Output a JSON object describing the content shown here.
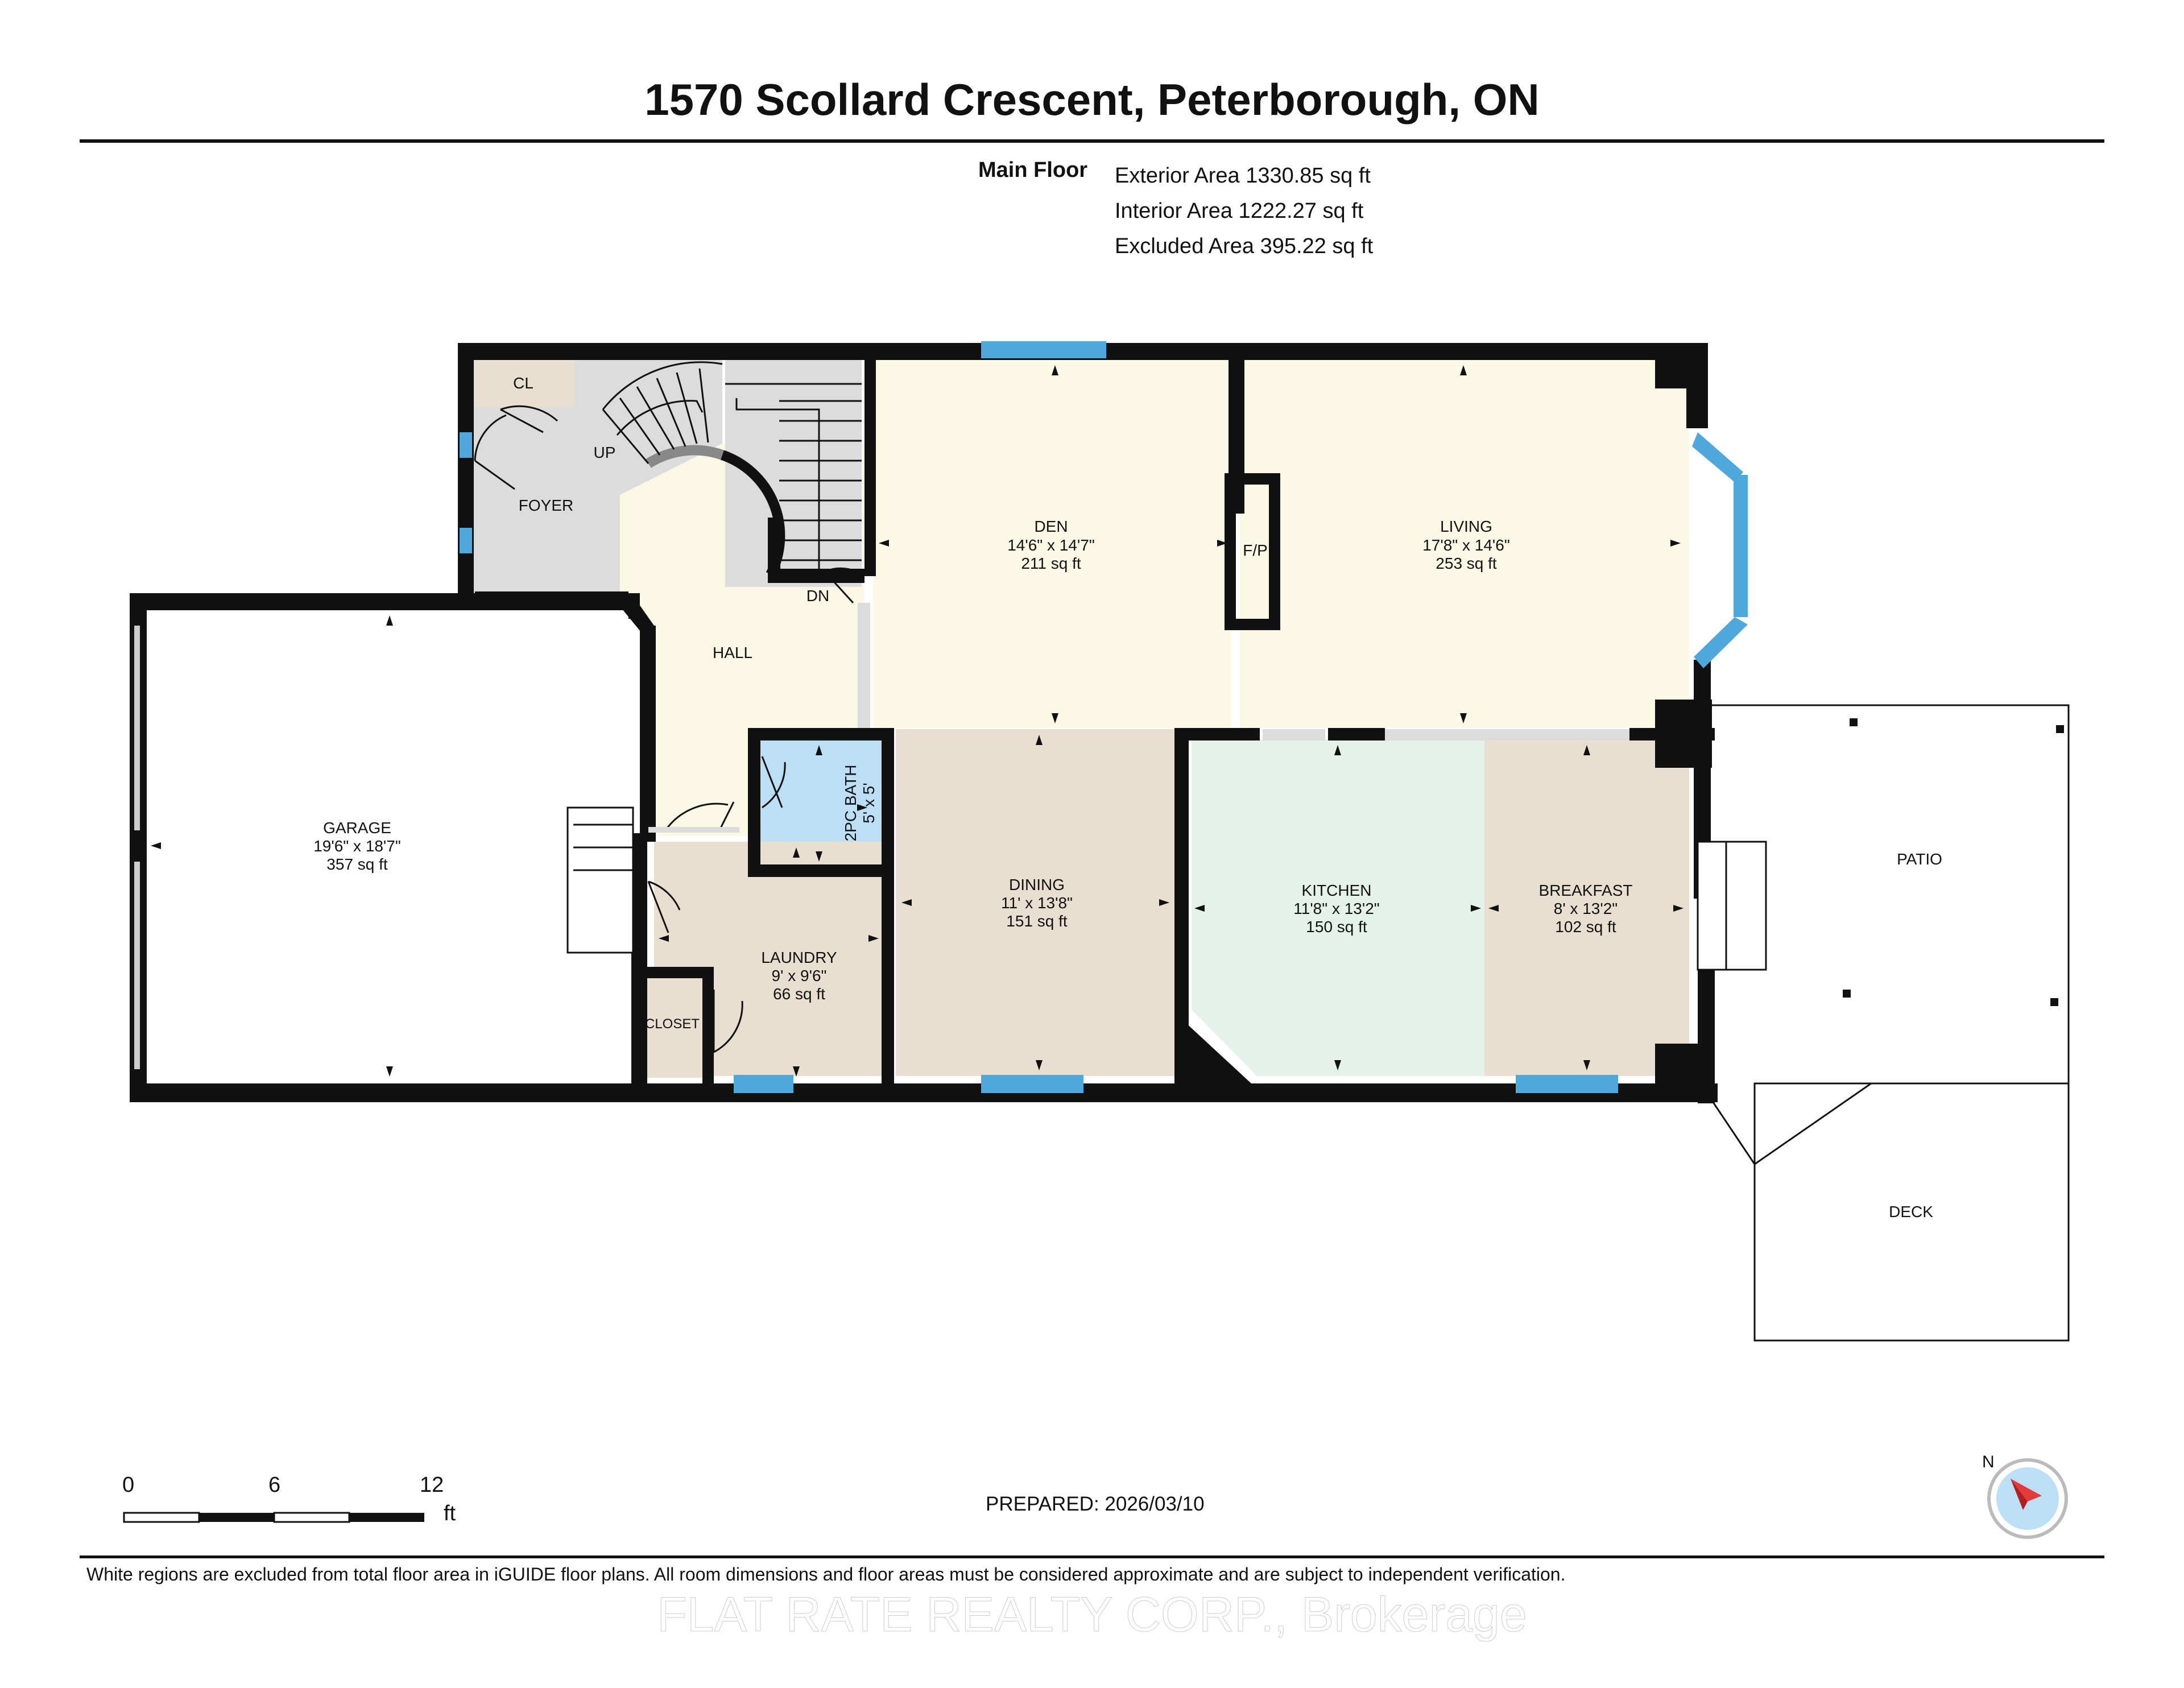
{
  "title": "1570 Scollard Crescent, Peterborough, ON",
  "floor_label": "Main Floor",
  "areas": {
    "exterior": "Exterior Area 1330.85 sq ft",
    "interior": "Interior Area 1222.27 sq ft",
    "excluded": "Excluded Area 395.22 sq ft"
  },
  "rooms": {
    "cl": "CL",
    "foyer": "FOYER",
    "up": "UP",
    "dn": "DN",
    "hall": "HALL",
    "fp": "F/P",
    "den": {
      "name": "DEN",
      "dims": "14'6\" x 14'7\"",
      "area": "211 sq ft"
    },
    "living": {
      "name": "LIVING",
      "dims": "17'8\" x 14'6\"",
      "area": "253 sq ft"
    },
    "garage": {
      "name": "GARAGE",
      "dims": "19'6\" x 18'7\"",
      "area": "357 sq ft"
    },
    "bath": {
      "name": "2PC BATH",
      "dims": "5' x 5'"
    },
    "dining": {
      "name": "DINING",
      "dims": "11' x 13'8\"",
      "area": "151 sq ft"
    },
    "kitchen": {
      "name": "KITCHEN",
      "dims": "11'8\" x 13'2\"",
      "area": "150 sq ft"
    },
    "breakfast": {
      "name": "BREAKFAST",
      "dims": "8' x 13'2\"",
      "area": "102 sq ft"
    },
    "laundry": {
      "name": "LAUNDRY",
      "dims": "9' x 9'6\"",
      "area": "66 sq ft"
    },
    "closet": "CLOSET",
    "patio": "PATIO",
    "deck": "DECK"
  },
  "colors": {
    "wall": "#111111",
    "window": "#4fa7dc",
    "hall": "#fbf8e5",
    "foyer": "#dcdcdc",
    "kitchen": "#e5f2ea",
    "beige": "#e8dfd0",
    "bath": "#bcdff5",
    "cl": "#e8dfd0"
  },
  "scale": {
    "zero": "0",
    "mid": "6",
    "max": "12",
    "unit": "ft"
  },
  "prepared": "PREPARED: 2026/03/10",
  "disclaimer": "White regions are excluded from total floor area in iGUIDE floor plans. All room dimensions and floor areas must be considered approximate and are subject to independent verification.",
  "watermark": "FLAT RATE REALTY CORP., Brokerage",
  "compass_label": "N"
}
